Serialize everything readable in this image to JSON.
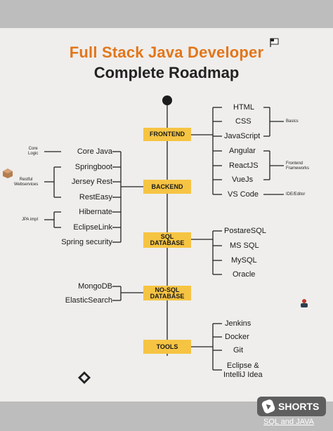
{
  "title": {
    "line1": "Full Stack Java Developer",
    "line2": "Complete Roadmap"
  },
  "nodes": [
    {
      "id": "frontend",
      "label": "FRONTEND"
    },
    {
      "id": "backend",
      "label": "BACKEND"
    },
    {
      "id": "sql",
      "label": "SQL\nDATABASE"
    },
    {
      "id": "nosql",
      "label": "NO-SQL\nDATABASE"
    },
    {
      "id": "tools",
      "label": "TOOLS"
    }
  ],
  "frontend_items": [
    "HTML",
    "CSS",
    "JavaScript",
    "Angular",
    "ReactJS",
    "VueJs",
    "VS Code"
  ],
  "frontend_notes": {
    "basics": "Basics",
    "frameworks": "Frontend\nFrameworks",
    "ide": "IDE/Editor"
  },
  "backend_items": [
    "Core Java",
    "Springboot",
    "Jersey Rest",
    "RestEasy",
    "Hibernate",
    "EclipseLink",
    "Spring security"
  ],
  "backend_notes": {
    "core": "Core\nLogic",
    "restful": "Restful\nWebservices",
    "jpa": "JPA impl"
  },
  "sql_items": [
    "PostareSQL",
    "MS SQL",
    "MySQL",
    "Oracle"
  ],
  "nosql_items": [
    "MongoDB",
    "ElasticSearch"
  ],
  "tools_items": [
    "Jenkins",
    "Docker",
    "Git",
    "Eclipse &\nIntelliJ Idea"
  ],
  "overlay": {
    "shorts": "SHORTS",
    "channel": "SQL and JAVA"
  }
}
